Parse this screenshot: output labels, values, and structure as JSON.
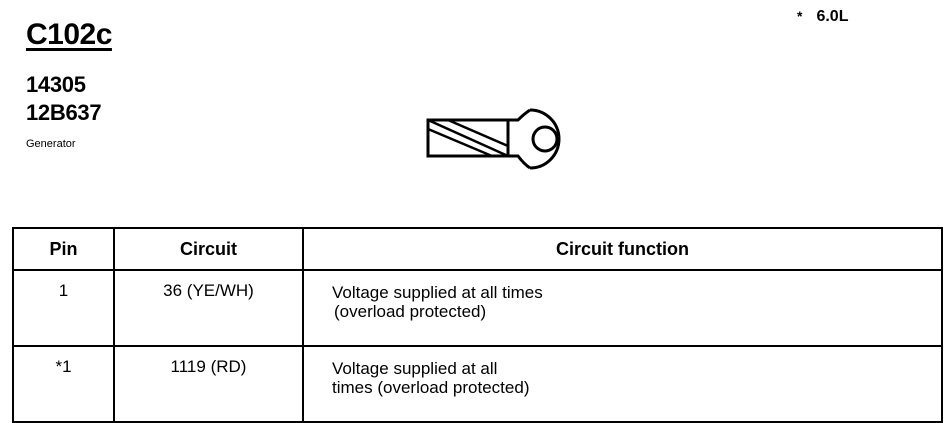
{
  "connector": {
    "id": "C102c",
    "part_numbers": [
      "14305",
      "12B637"
    ],
    "component": "Generator"
  },
  "engine_note": {
    "asterisk": "*",
    "engine": "6.0L"
  },
  "diagram": {
    "icon": "ring-terminal-icon"
  },
  "table": {
    "headers": {
      "pin": "Pin",
      "circuit": "Circuit",
      "function": "Circuit function"
    },
    "rows": [
      {
        "pin": "1",
        "circuit": "36 (YE/WH)",
        "function_line1": "Voltage supplied at all times",
        "function_line2": "(overload protected)"
      },
      {
        "pin": "*1",
        "circuit": "1119 (RD)",
        "function_line1": "Voltage supplied at all",
        "function_line2": "times (overload protected)"
      }
    ]
  }
}
